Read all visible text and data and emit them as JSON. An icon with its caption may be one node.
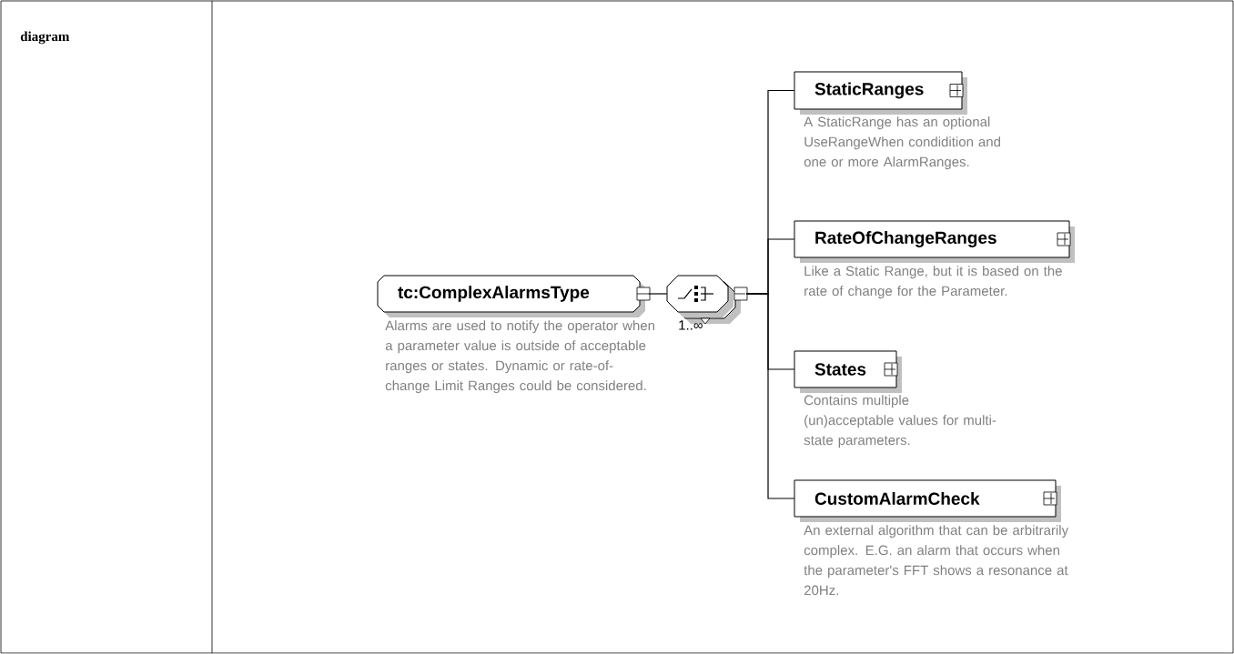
{
  "diagram": {
    "nodes": [
      {
        "text": [
          "tc:ComplexAlarmsType"
        ],
        "beside": [
          "Alarms are used to notify the operator when a parameter value is outside of acceptable ranges or states.  Dynamic or rate-of-change Limit Ranges could be considered."
        ]
      },
      {
        "text": [],
        "shape": "octagon",
        "beside": [
          "1..∞"
        ]
      },
      {
        "text": [
          "StaticRanges"
        ],
        "beside": [
          "A StaticRange has an optional UseRangeWhen condidition and one or more AlarmRanges."
        ]
      },
      {
        "text": [
          "RateOfChangeRanges"
        ],
        "beside": [
          "Like a Static Range, but it is based on the rate of change for the Parameter."
        ]
      },
      {
        "text": [
          "States"
        ],
        "beside": [
          "Contains multiple (un)acceptable values for multi-state parameters."
        ]
      },
      {
        "text": [
          "CustomAlarmCheck"
        ],
        "beside": [
          "An external algorithm that can be arbitrarily complex.  E.G. an alarm that occurs when the parameter's FFT shows a resonance at 20Hz."
        ]
      }
    ],
    "edges": [
      {
        "from": 0,
        "to": 1,
        "arrow": "none"
      },
      {
        "from": 1,
        "to": 2,
        "arrow": "none"
      },
      {
        "from": 1,
        "to": 3,
        "arrow": "none"
      },
      {
        "from": 1,
        "to": 4,
        "arrow": "none"
      },
      {
        "from": 1,
        "to": 5,
        "arrow": "none"
      }
    ],
    "labels": [
      "diagram"
    ]
  }
}
